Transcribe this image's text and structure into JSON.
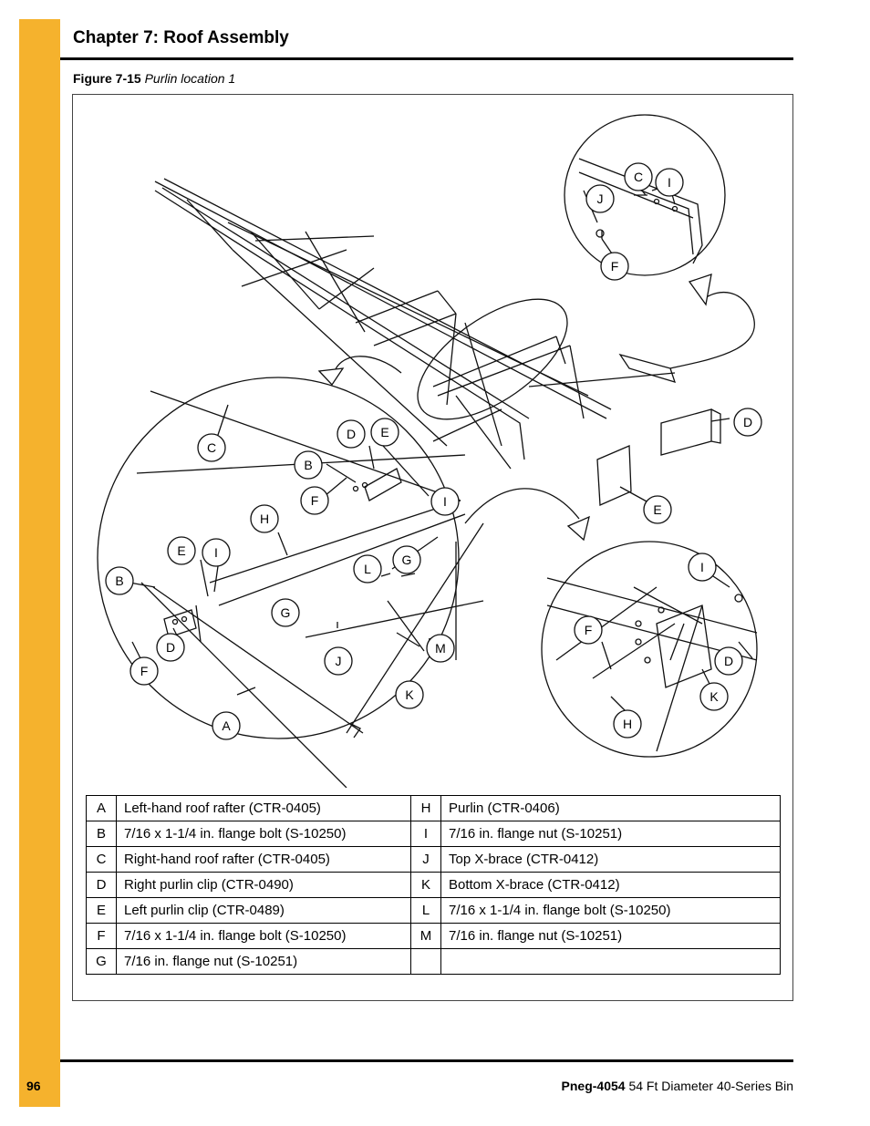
{
  "colors": {
    "accent_bar": "#f5b22d"
  },
  "header": {
    "chapter_title": "Chapter 7: Roof Assembly"
  },
  "figure": {
    "number": "Figure 7-15",
    "caption": "Purlin location 1",
    "callouts": {
      "A": "A",
      "B": "B",
      "C": "C",
      "D": "D",
      "E": "E",
      "F": "F",
      "G": "G",
      "H": "H",
      "I": "I",
      "J": "J",
      "K": "K",
      "L": "L",
      "M": "M"
    }
  },
  "parts_table": {
    "rows": [
      {
        "left_key": "A",
        "left_desc": "Left-hand roof rafter (CTR-0405)",
        "right_key": "H",
        "right_desc": "Purlin (CTR-0406)"
      },
      {
        "left_key": "B",
        "left_desc": "7/16 x 1-1/4 in. flange bolt (S-10250)",
        "right_key": "I",
        "right_desc": "7/16 in. flange nut (S-10251)"
      },
      {
        "left_key": "C",
        "left_desc": "Right-hand roof rafter (CTR-0405)",
        "right_key": "J",
        "right_desc": "Top X-brace (CTR-0412)"
      },
      {
        "left_key": "D",
        "left_desc": "Right purlin clip (CTR-0490)",
        "right_key": "K",
        "right_desc": "Bottom X-brace (CTR-0412)"
      },
      {
        "left_key": "E",
        "left_desc": "Left purlin clip (CTR-0489)",
        "right_key": "L",
        "right_desc": "7/16 x 1-1/4 in. flange bolt (S-10250)"
      },
      {
        "left_key": "F",
        "left_desc": "7/16 x 1-1/4 in. flange bolt (S-10250)",
        "right_key": "M",
        "right_desc": "7/16 in. flange nut (S-10251)"
      },
      {
        "left_key": "G",
        "left_desc": "7/16 in. flange nut (S-10251)",
        "right_key": "",
        "right_desc": ""
      }
    ]
  },
  "footer": {
    "page_number": "96",
    "doc_id": "Pneg-4054",
    "doc_title": "54 Ft Diameter 40-Series Bin"
  }
}
